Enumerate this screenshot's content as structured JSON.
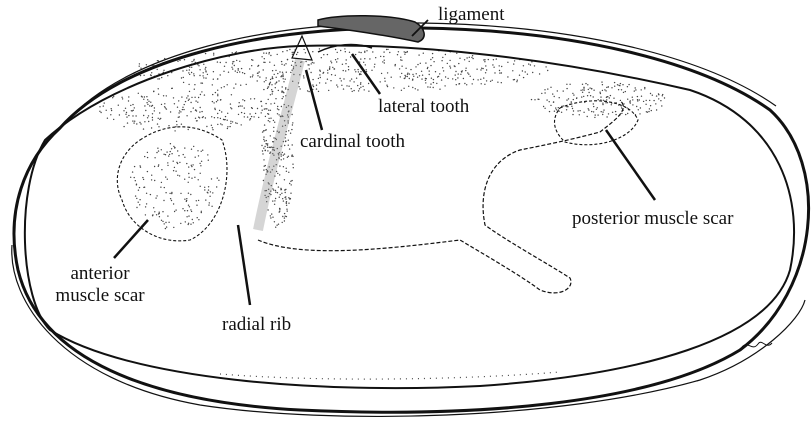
{
  "colors": {
    "ink": "#111111",
    "stipple": "#444444",
    "background": "#ffffff"
  },
  "labels": {
    "ligament": "ligament",
    "lateral_tooth": "lateral tooth",
    "cardinal_tooth": "cardinal tooth",
    "posterior_muscle_scar": "posterior muscle scar",
    "anterior_line1": "anterior",
    "anterior_line2": "muscle scar",
    "radial_rib": "radial rib"
  }
}
